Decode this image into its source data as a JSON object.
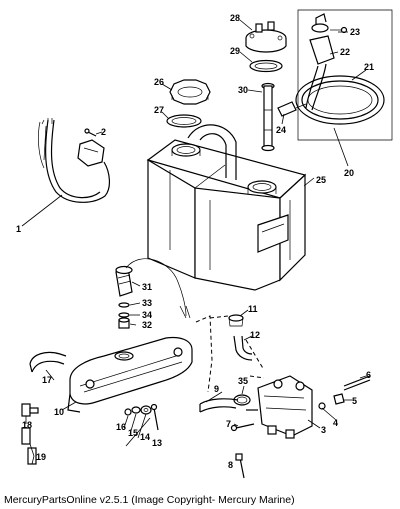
{
  "part_labels": [
    "1",
    "2",
    "3",
    "4",
    "5",
    "6",
    "7",
    "8",
    "9",
    "10",
    "11",
    "12",
    "13",
    "14",
    "15",
    "16",
    "17",
    "18",
    "19",
    "20",
    "21",
    "22",
    "23",
    "24",
    "25",
    "26",
    "27",
    "28",
    "29",
    "30",
    "31",
    "32",
    "33",
    "34",
    "35"
  ],
  "caption": "MercuryPartsOnline v2.5.1 (Image Copyright- Mercury Marine)"
}
